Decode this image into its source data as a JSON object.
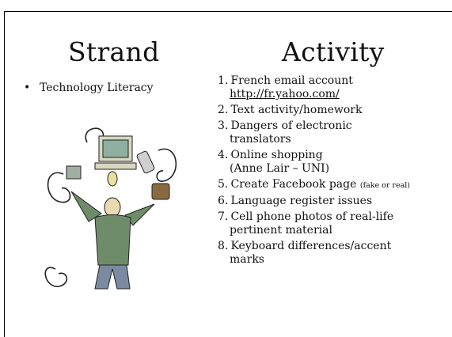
{
  "slide": {
    "strand_header": "Strand",
    "activity_header": "Activity",
    "strand_items": [
      "Technology Literacy"
    ],
    "bullet_symbol": "•",
    "activities": [
      {
        "num": "1.",
        "text": "French email account",
        "link": "http://fr.yahoo.com/"
      },
      {
        "num": "2.",
        "text": "Text activity/homework"
      },
      {
        "num": "3.",
        "text": "Dangers of electronic",
        "cont": "translators"
      },
      {
        "num": "4.",
        "text": "Online shopping",
        "cont": "(Anne Lair – UNI)"
      },
      {
        "num": "5.",
        "text": "Create Facebook page ",
        "small": "(fake or real)"
      },
      {
        "num": "6.",
        "text": "Language register issues"
      },
      {
        "num": "7.",
        "text": "Cell phone photos of real-life",
        "cont": "pertinent material"
      },
      {
        "num": "8.",
        "text": "Keyboard differences/accent",
        "cont": "marks"
      }
    ]
  }
}
